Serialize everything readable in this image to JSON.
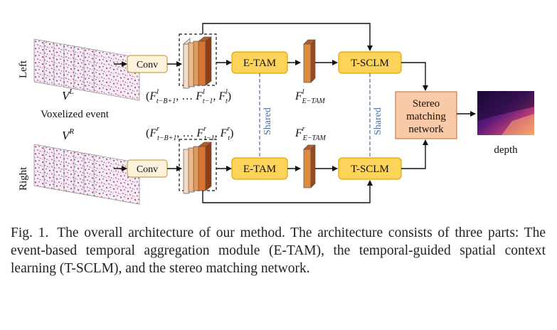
{
  "figure": {
    "side_left": "Left",
    "side_right": "Right",
    "voxel_left": "V",
    "voxel_left_sup": "L",
    "voxel_right": "V",
    "voxel_right_sup": "R",
    "voxelized_event": "Voxelized event",
    "conv": "Conv",
    "etam": "E-TAM",
    "tsclm": "T-SCLM",
    "shared": "Shared",
    "stereo_line1": "Stereo",
    "stereo_line2": "matching",
    "stereo_line3": "network",
    "depth": "depth",
    "feat_seq_left": {
      "open": "(",
      "f1": "F",
      "f1_sup": "l",
      "f1_sub": "t−B+1",
      "mid": ", … ",
      "f2": "F",
      "f2_sup": "l",
      "f2_sub": "t−1",
      "comma": ", ",
      "f3": "F",
      "f3_sup": "l",
      "f3_sub": "t",
      "close": ")"
    },
    "feat_seq_right": {
      "open": "(",
      "f1": "F",
      "f1_sup": "r",
      "f1_sub": "t−B+1",
      "mid": ", … ",
      "f2": "F",
      "f2_sup": "r",
      "f2_sub": "t−1",
      "comma": ", ",
      "f3": "F",
      "f3_sup": "r",
      "f3_sub": "t",
      "close": ")"
    },
    "fe_left": {
      "base": "F",
      "sup": "l",
      "sub": "E−TAM"
    },
    "fe_right": {
      "base": "F",
      "sup": "r",
      "sub": "E−TAM"
    }
  },
  "caption": {
    "label": "Fig. 1.",
    "text": "The overall architecture of our method. The architecture consists of three parts: The event-based temporal aggregation module (E-TAM), the temporal-guided spatial context learning (T-SCLM), and the stereo matching network."
  },
  "colors": {
    "module_fill": "#fdd35a",
    "module_stroke": "#e0a800",
    "stereo_fill": "#f9c9a8",
    "stereo_stroke": "#c87b52",
    "feature_orange": "#e08a3e",
    "feature_dark": "#a34e1d",
    "conv_fill": "#fdf2dc",
    "shared_line": "#4a6fa5",
    "event_magenta": "#b63a84"
  }
}
